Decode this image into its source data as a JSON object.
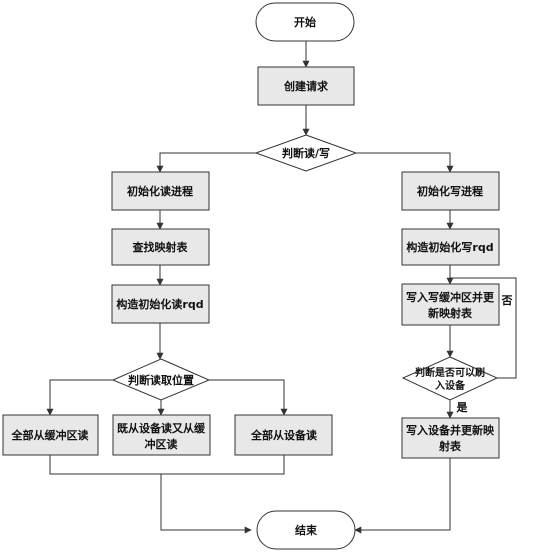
{
  "nodes": {
    "start": "开始",
    "create_request": "创建请求",
    "judge_rw": "判断读/写",
    "init_read": "初始化读进程",
    "find_map": "查找映射表",
    "build_read_rqd": "构造初始化读rqd",
    "judge_read_pos": "判断读取位置",
    "all_from_buffer": "全部从缓冲区读",
    "both_line1": "既从设备读又从缓",
    "both_line2": "冲区读",
    "all_from_device": "全部从设备读",
    "end": "结束",
    "init_write": "初始化写进程",
    "build_write_rqd": "构造初始化写rqd",
    "write_buf_line1": "写入写缓冲区并更",
    "write_buf_line2": "新映射表",
    "judge_flush_line1": "判断是否可以刷",
    "judge_flush_line2": "入设备",
    "write_dev_line1": "写入设备并更新映",
    "write_dev_line2": "射表"
  },
  "labels": {
    "no": "否",
    "yes": "是"
  }
}
